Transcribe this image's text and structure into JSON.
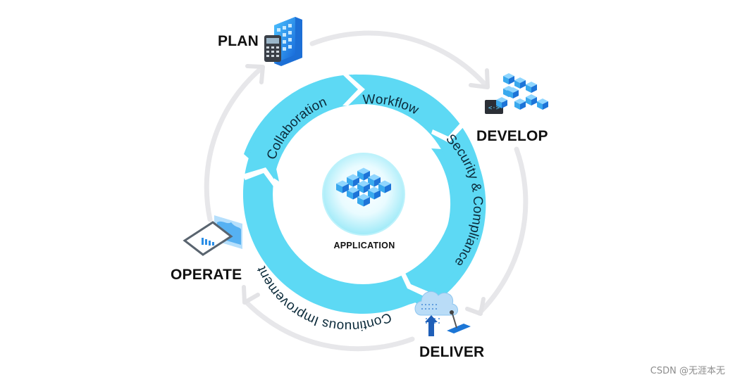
{
  "phases": {
    "plan": "PLAN",
    "develop": "DEVELOP",
    "deliver": "DELIVER",
    "operate": "OPERATE"
  },
  "inner_ring": {
    "workflow": "Workflow",
    "security": "Security & Compliance",
    "improvement": "Continuous Improvement",
    "collaboration": "Collaboration"
  },
  "center": {
    "label": "APPLICATION"
  },
  "watermark": "CSDN @无涯本无",
  "colors": {
    "ring": "#5dd9f4",
    "ring_dark": "#27c1e3",
    "outer_arrow": "#e7e7ea",
    "cube": "#34a7ea",
    "cube_dark": "#1462c8"
  },
  "icons": {
    "plan": "calculator-building-icon",
    "develop": "code-cubes-icon",
    "deliver": "cloud-deploy-icon",
    "operate": "dashboard-monitor-icon",
    "center": "application-cubes-icon"
  }
}
